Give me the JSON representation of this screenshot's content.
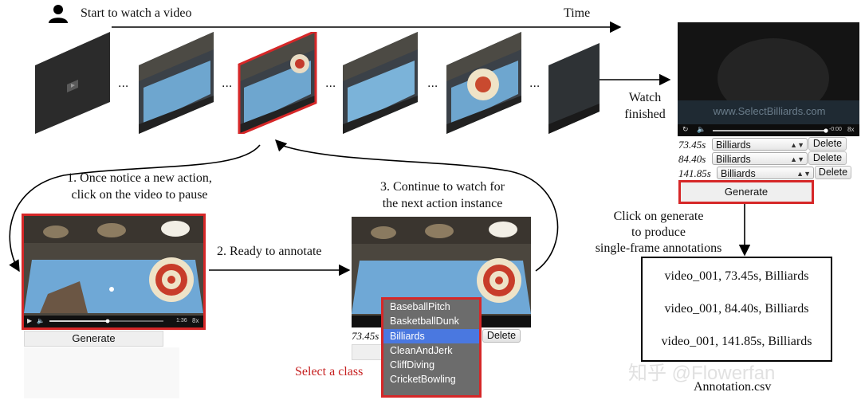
{
  "title": "Start to watch a video",
  "time_label": "Time",
  "watch_finished": [
    "Watch",
    "finished"
  ],
  "ellipsis": "...",
  "steps": {
    "step1": [
      "1. Once notice a new action,",
      "click on the video to pause"
    ],
    "step2": "2. Ready to annotate",
    "step3": [
      "3. Continue to watch for",
      "the next action instance"
    ]
  },
  "click_generate": [
    "Click on generate",
    "to produce",
    "single-frame annotations"
  ],
  "select_class": "Select a class",
  "generate_label": "Generate",
  "delete_label": "Delete",
  "player": {
    "play_glyph": "▶",
    "volume_glyph": "🔈",
    "time_a": "1:36",
    "speed": "8x",
    "end_time": "-0:00",
    "watermark": "www.SelectBilliards.com"
  },
  "annotation_rows": [
    {
      "time": "73.45s",
      "class": "Billiards"
    },
    {
      "time": "84.40s",
      "class": "Billiards"
    },
    {
      "time": "141.85s",
      "class": "Billiards"
    }
  ],
  "middle_row_time": "73.45s",
  "class_options": [
    "BaseballPitch",
    "BasketballDunk",
    "Billiards",
    "CleanAndJerk",
    "CliffDiving",
    "CricketBowling"
  ],
  "selected_class": "Billiards",
  "csv_lines": [
    "video_001, 73.45s, Billiards",
    "video_001, 84.40s, Billiards",
    "video_001, 141.85s, Billiards"
  ],
  "csv_filename": "Annotation.csv",
  "watermark_text": "知乎 @Flowerfan",
  "colors": {
    "highlight": "#d62728",
    "selected": "#4a78e0",
    "table": "#4f8fc7"
  }
}
